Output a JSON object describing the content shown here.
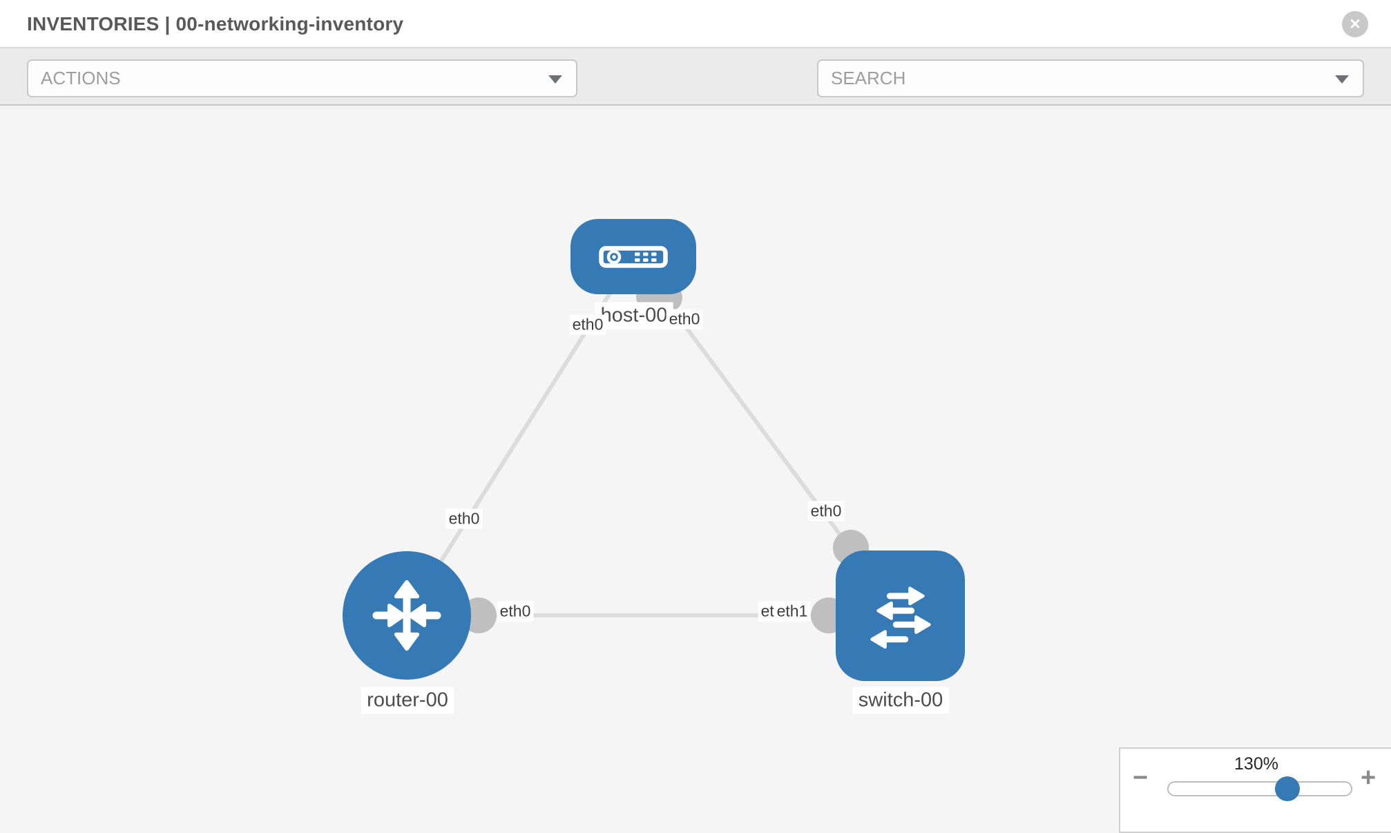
{
  "header": {
    "title": "INVENTORIES | 00-networking-inventory",
    "close_glyph": "✕"
  },
  "toolbar": {
    "actions": {
      "placeholder": "ACTIONS"
    },
    "search": {
      "placeholder": "SEARCH"
    },
    "icons": {
      "wrench": "wrench-icon",
      "key": "key-icon"
    }
  },
  "topology": {
    "nodes": [
      {
        "id": "host-00",
        "type": "host",
        "label": "host-00"
      },
      {
        "id": "router-00",
        "type": "router",
        "label": "router-00"
      },
      {
        "id": "switch-00",
        "type": "switch",
        "label": "switch-00"
      }
    ],
    "links": [
      {
        "from": "host-00",
        "from_iface": "eth0",
        "to": "router-00",
        "to_iface": "eth0"
      },
      {
        "from": "host-00",
        "from_iface": "eth0",
        "to": "switch-00",
        "to_iface": "eth0"
      },
      {
        "from": "router-00",
        "from_iface": "eth0",
        "to": "switch-00",
        "to_iface": "eth1"
      }
    ],
    "iface_labels": {
      "hr_host": "eth0",
      "hr_router": "eth0",
      "hs_host": "eth0",
      "hs_switch": "eth0",
      "rs_router": "eth0",
      "rs_switch_back": "eth0",
      "rs_switch_front": "eth1"
    }
  },
  "zoom_panel": {
    "level": "130%",
    "minus_glyph": "−",
    "plus_glyph": "+"
  },
  "colors": {
    "node_blue": "#3579b5",
    "connector_gray": "#bfbfbf",
    "link_gray": "#dcdcdc",
    "toolbar_bg": "#ebebeb",
    "canvas_bg": "#f5f5f5"
  }
}
